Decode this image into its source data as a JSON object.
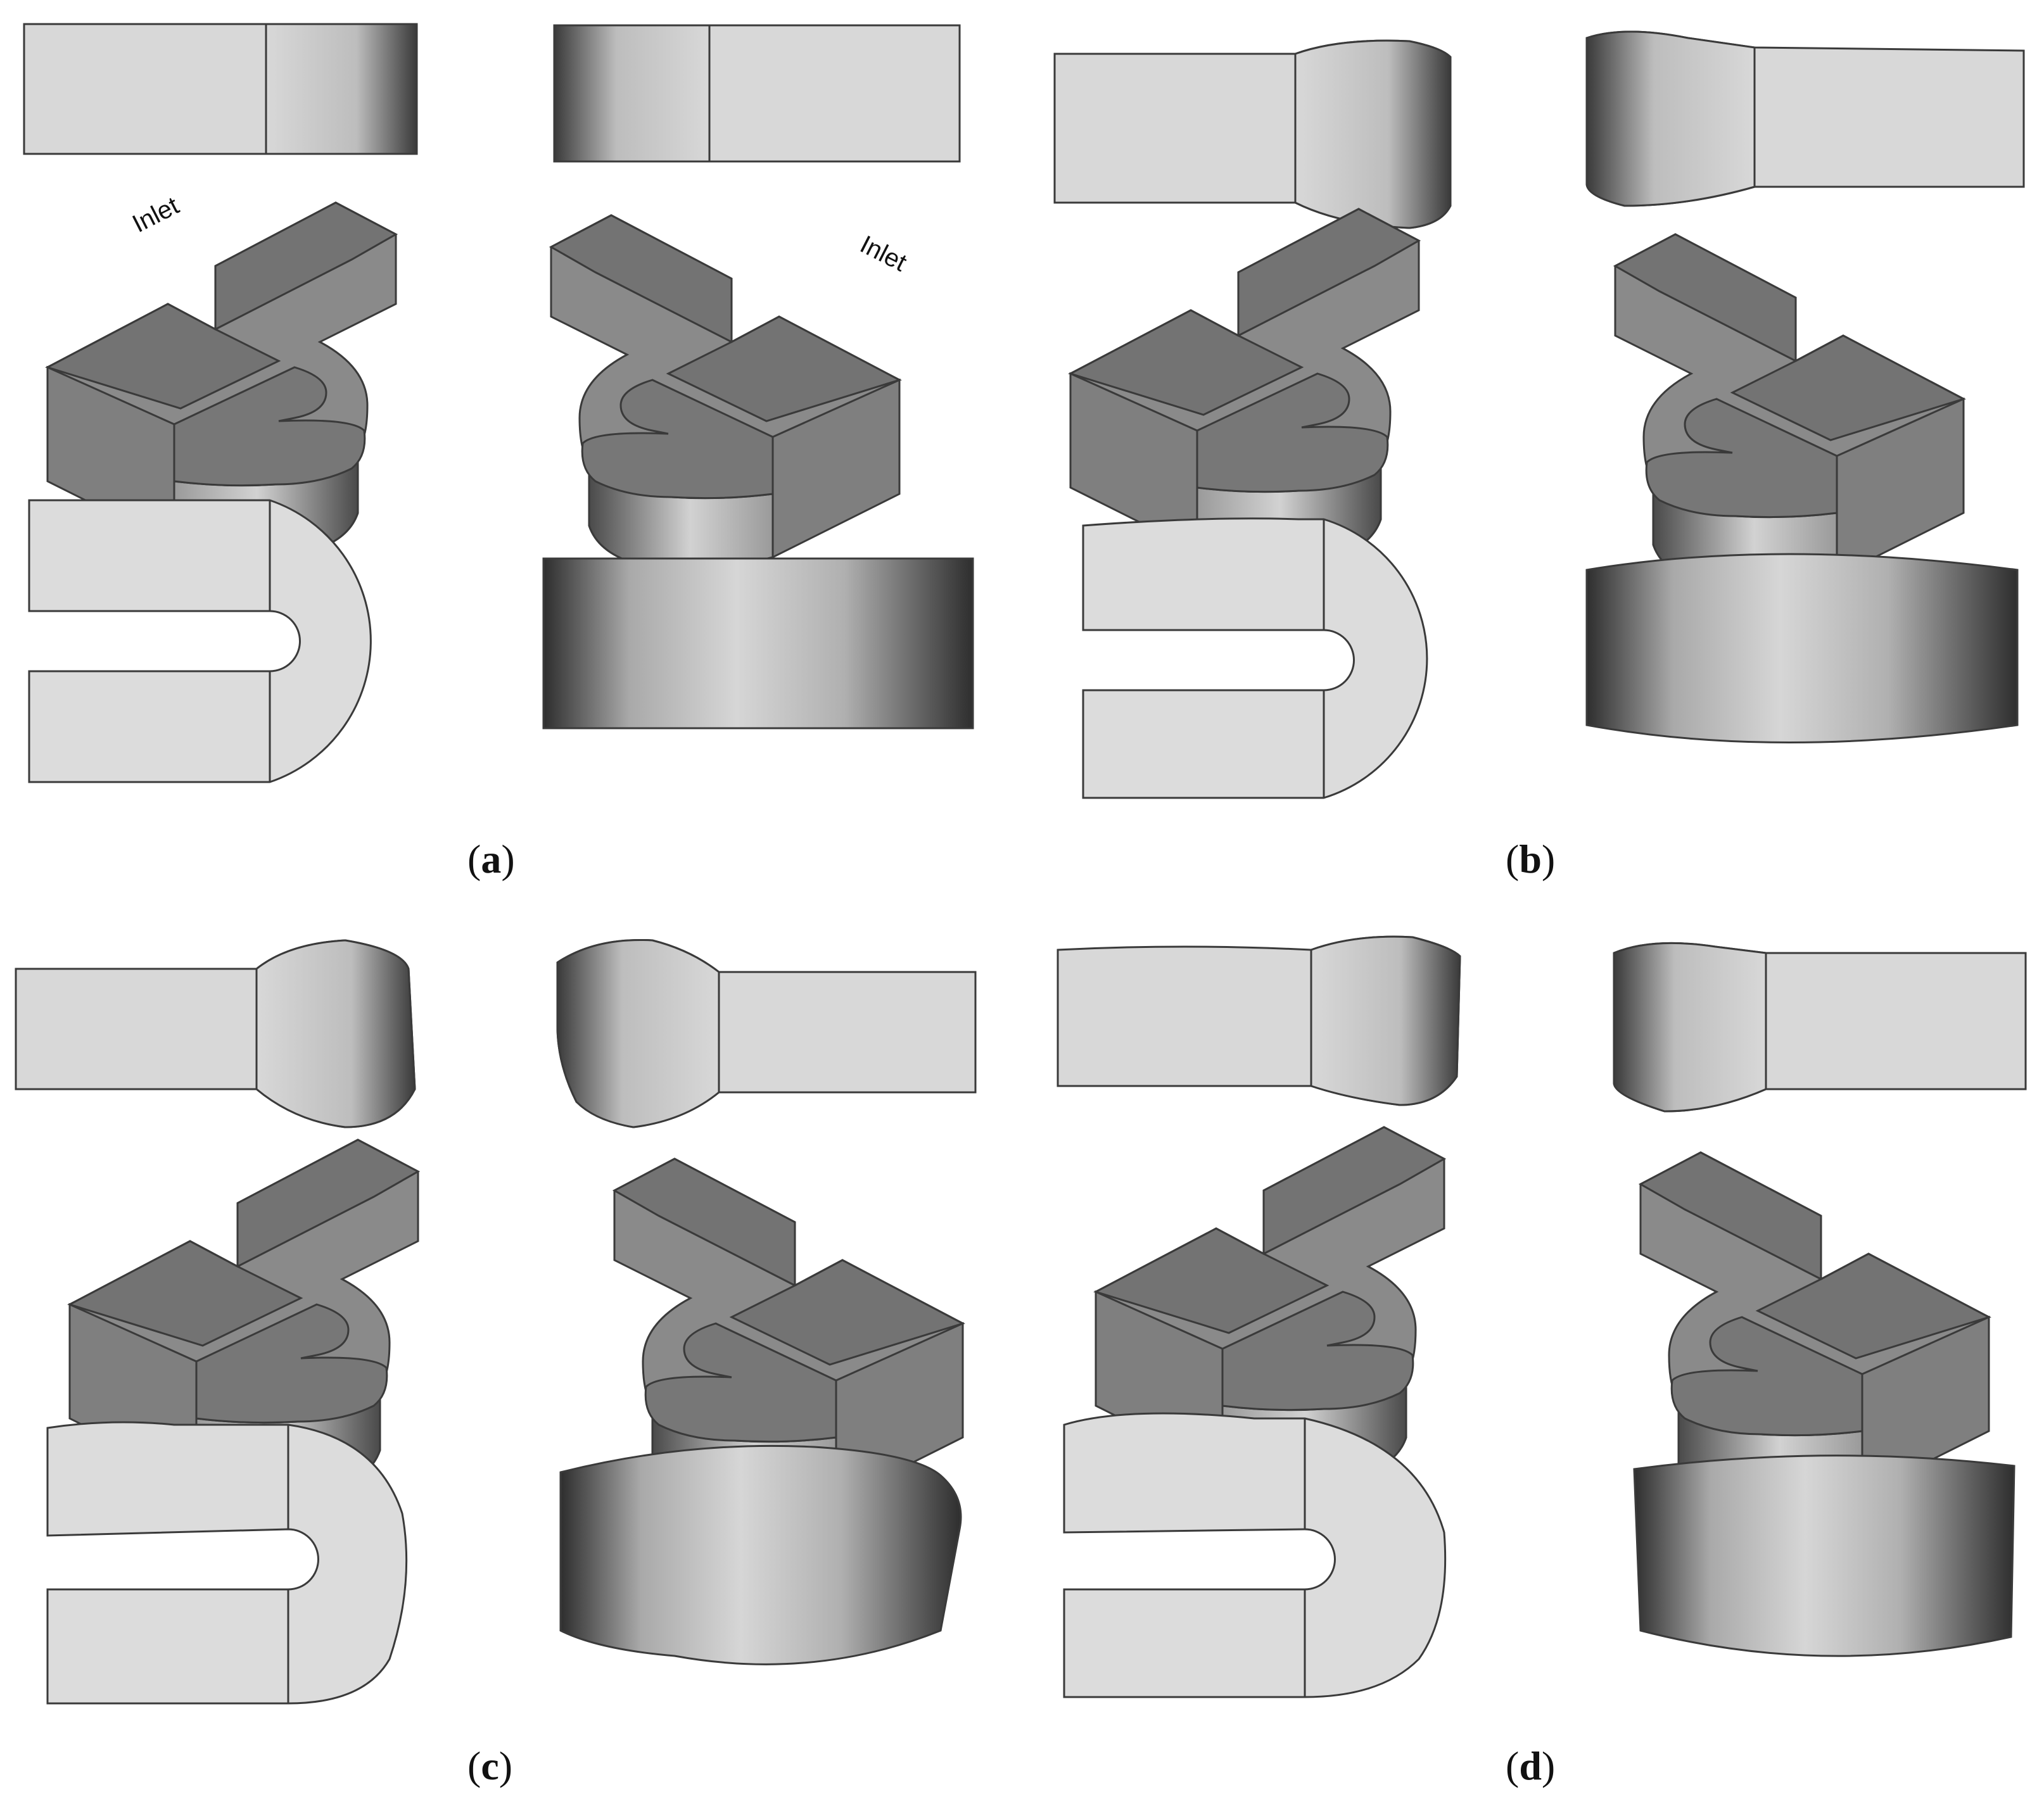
{
  "panels": [
    {
      "id": "a",
      "label_open": "(",
      "label_letter": "a",
      "label_close": ")"
    },
    {
      "id": "b",
      "label_open": "(",
      "label_letter": "b",
      "label_close": ")"
    },
    {
      "id": "c",
      "label_open": "(",
      "label_letter": "c",
      "label_close": ")"
    },
    {
      "id": "d",
      "label_open": "(",
      "label_letter": "d",
      "label_close": ")"
    }
  ],
  "annotations": {
    "inlet_left": "Inlet",
    "inlet_right": "Inlet"
  },
  "colors": {
    "face_light": "#d8d8d8",
    "face_dark": "#7a7a7a",
    "edge": "#3a3a3a",
    "shade_dark": "#3c3c3c"
  }
}
